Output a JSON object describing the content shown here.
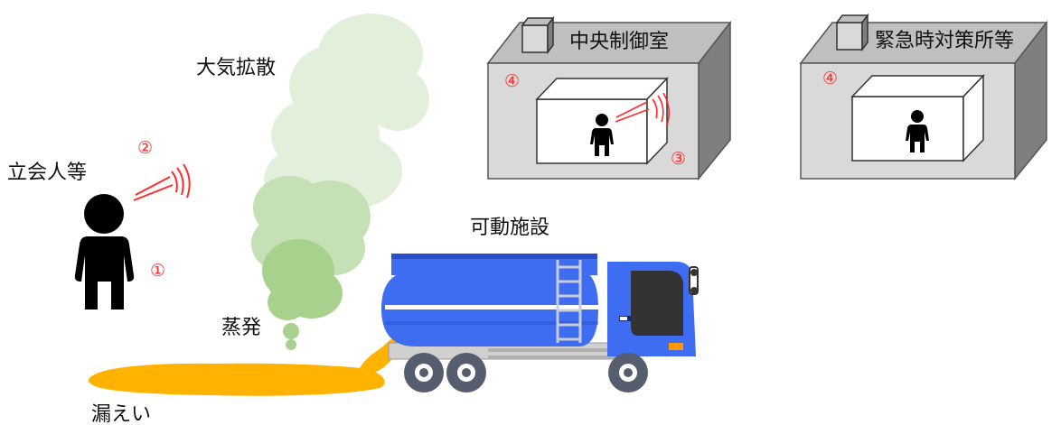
{
  "labels": {
    "witness": "立会人等",
    "atmospheric_diffusion": "大気拡散",
    "evaporation": "蒸発",
    "leakage": "漏えい",
    "mobile_equipment": "可動施設",
    "central_control_room": "中央制御室",
    "emergency_response_center": "緊急時対策所等"
  },
  "markers": {
    "m1": "①",
    "m2": "②",
    "m3": "③",
    "m4_control": "④",
    "m4_emergency": "④"
  },
  "colors": {
    "truck_body": "#3e6df2",
    "truck_dark": "#2a4fc7",
    "cab_window": "#333333",
    "ladder": "#b9c1d0",
    "spill": "#ffb300",
    "plume_light": "#d9ead3",
    "plume_mid": "#b6d7a8",
    "plume_dark": "#8fc57a",
    "building_front": "#d9d9d9",
    "building_side": "#7f7f7f",
    "building_top": "#bfbfbf",
    "marker_red": "#ff2a2a",
    "person": "#000000"
  }
}
